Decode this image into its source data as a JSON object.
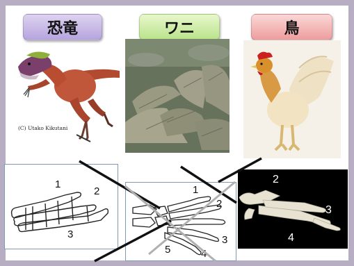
{
  "labels": {
    "dinosaur": "恐竜",
    "crocodile": "ワニ",
    "bird": "鳥"
  },
  "dino_credit": "(C) Utako Kikutani",
  "left_bones": {
    "n1": "1",
    "n2": "2",
    "n3": "3"
  },
  "mid_bones": {
    "n1": "1",
    "n2": "2",
    "n3": "3",
    "n4": "4",
    "n5": "5"
  },
  "right_bones": {
    "n2": "2",
    "n3": "3",
    "n4": "4"
  },
  "colors": {
    "dinosaur_label": "#b6a4de",
    "crocodile_label": "#b9e38a",
    "bird_label": "#ee9d9d",
    "frame": "#b8aec4"
  }
}
